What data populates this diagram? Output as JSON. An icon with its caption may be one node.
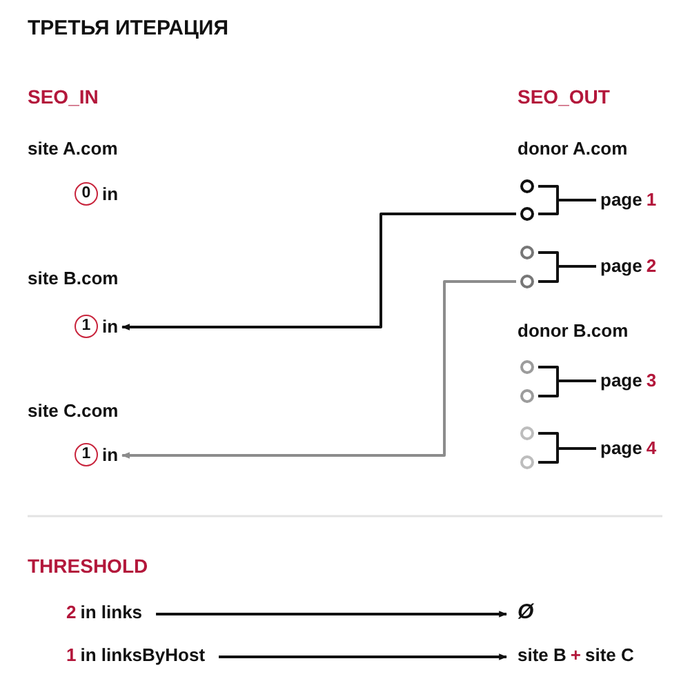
{
  "diagram": {
    "title": "ТРЕТЬЯ ИТЕРАЦИЯ",
    "nodes": [
      {
        "text": [
          "0",
          "in"
        ]
      },
      {
        "text": [
          "1",
          "in"
        ]
      },
      {
        "text": [
          "1",
          "in"
        ]
      },
      {
        "text": [],
        "shape": "circle"
      },
      {
        "text": [],
        "shape": "circle"
      },
      {
        "text": [],
        "shape": "circle"
      },
      {
        "text": [],
        "shape": "circle"
      },
      {
        "text": [],
        "shape": "circle"
      },
      {
        "text": [],
        "shape": "circle"
      },
      {
        "text": [],
        "shape": "circle"
      },
      {
        "text": [],
        "shape": "circle"
      },
      {
        "text": [
          "page",
          "1"
        ]
      },
      {
        "text": [
          "page",
          "2"
        ]
      },
      {
        "text": [
          "page",
          "3"
        ]
      },
      {
        "text": [
          "page",
          "4"
        ]
      },
      {
        "text": [
          "2",
          "in links"
        ]
      },
      {
        "text": [
          "Ø"
        ]
      },
      {
        "text": [
          "1",
          "in linksByHost"
        ]
      },
      {
        "text": [
          "site B",
          "+",
          "site C"
        ]
      }
    ],
    "edges": [
      {
        "from": 4,
        "to": 1,
        "arrow": "to"
      },
      {
        "from": 6,
        "to": 2,
        "arrow": "to",
        "color": "#8c8c8c"
      },
      {
        "from": 3,
        "to": 11,
        "arrow": "none"
      },
      {
        "from": 4,
        "to": 11,
        "arrow": "none"
      },
      {
        "from": 5,
        "to": 12,
        "arrow": "none"
      },
      {
        "from": 6,
        "to": 12,
        "arrow": "none"
      },
      {
        "from": 7,
        "to": 13,
        "arrow": "none"
      },
      {
        "from": 8,
        "to": 13,
        "arrow": "none"
      },
      {
        "from": 9,
        "to": 14,
        "arrow": "none"
      },
      {
        "from": 10,
        "to": 14,
        "arrow": "none"
      },
      {
        "from": 15,
        "to": 16,
        "arrow": "to"
      },
      {
        "from": 17,
        "to": 18,
        "arrow": "to"
      }
    ],
    "labels": [
      "SEO_IN",
      "SEO_OUT",
      "site A.com",
      "site B.com",
      "site C.com",
      "donor A.com",
      "donor B.com",
      "THRESHOLD"
    ]
  }
}
